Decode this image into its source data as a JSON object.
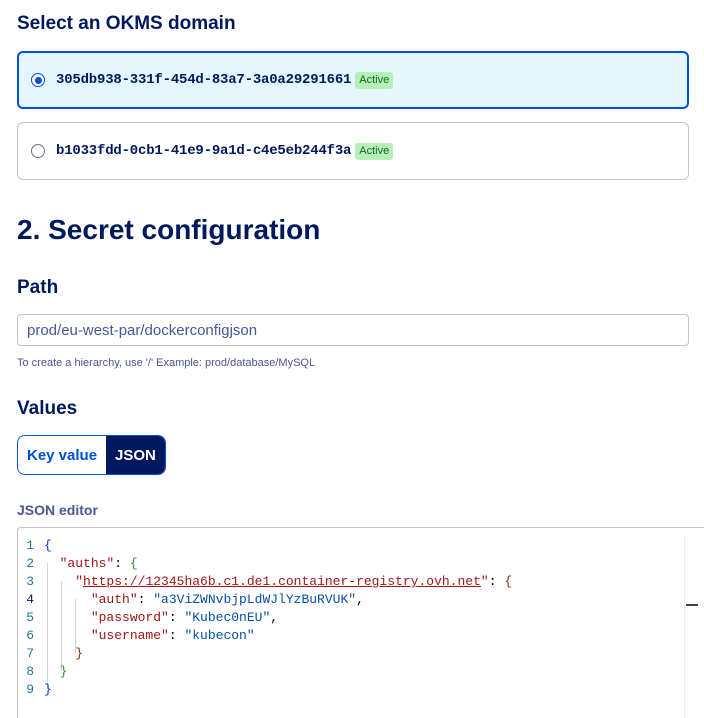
{
  "domain_section": {
    "title": "Select an OKMS domain",
    "domains": [
      {
        "id": "305db938-331f-454d-83a7-3a0a29291661",
        "status": "Active",
        "selected": true
      },
      {
        "id": "b1033fdd-0cb1-41e9-9a1d-c4e5eb244f3a",
        "status": "Active",
        "selected": false
      }
    ]
  },
  "secret_section": {
    "title": "2. Secret configuration",
    "path": {
      "label": "Path",
      "value": "prod/eu-west-par/dockerconfigjson",
      "hint": "To create a hierarchy, use '/' Example: prod/database/MySQL"
    },
    "values": {
      "label": "Values",
      "tabs": [
        "Key value",
        "JSON"
      ],
      "active_tab": "JSON"
    },
    "editor": {
      "label": "JSON editor",
      "line_numbers": [
        "1",
        "2",
        "3",
        "4",
        "5",
        "6",
        "7",
        "8",
        "9"
      ],
      "current_line": 4,
      "tokens": {
        "open_brace": "{",
        "auths_key": "\"auths\"",
        "colon": ": ",
        "registry_key_quote_open": "\"",
        "registry_url": "https://12345ha6b.c1.de1.container-registry.ovh.net",
        "registry_key_quote_close": "\"",
        "auth_key": "\"auth\"",
        "auth_value": "\"a3ViZWNvbjpLdWJlYzBuRVUK\"",
        "password_key": "\"password\"",
        "password_value": "\"Kubec0nEU\"",
        "username_key": "\"username\"",
        "username_value": "\"kubecon\"",
        "comma": ",",
        "close_brace": "}"
      }
    }
  },
  "colors": {
    "primary": "#0050d7",
    "navy": "#00185e",
    "selected_bg": "#e5f7fd",
    "badge_bg": "#b6f0b8",
    "badge_text": "#126a1e"
  }
}
